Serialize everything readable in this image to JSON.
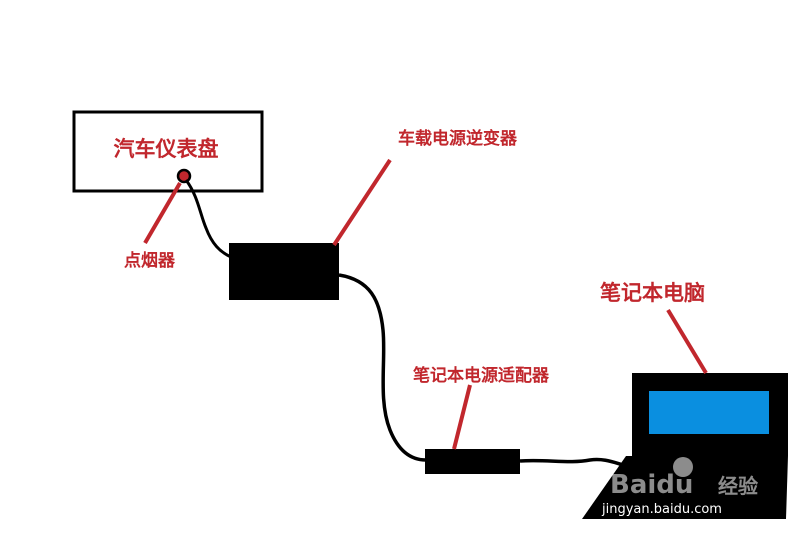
{
  "labels": {
    "dashboard": "汽车仪表盘",
    "lighter": "点烟器",
    "inverter": "车载电源逆变器",
    "laptop": "笔记本电脑",
    "adapter": "笔记本电源适配器"
  },
  "watermark": {
    "brand": "Baidu",
    "suffix": "经验",
    "url": "jingyan.baidu.com"
  },
  "colors": {
    "label": "#c1272d",
    "pointer": "#c1272d",
    "device": "#000000",
    "screen": "#0a8fe0"
  }
}
